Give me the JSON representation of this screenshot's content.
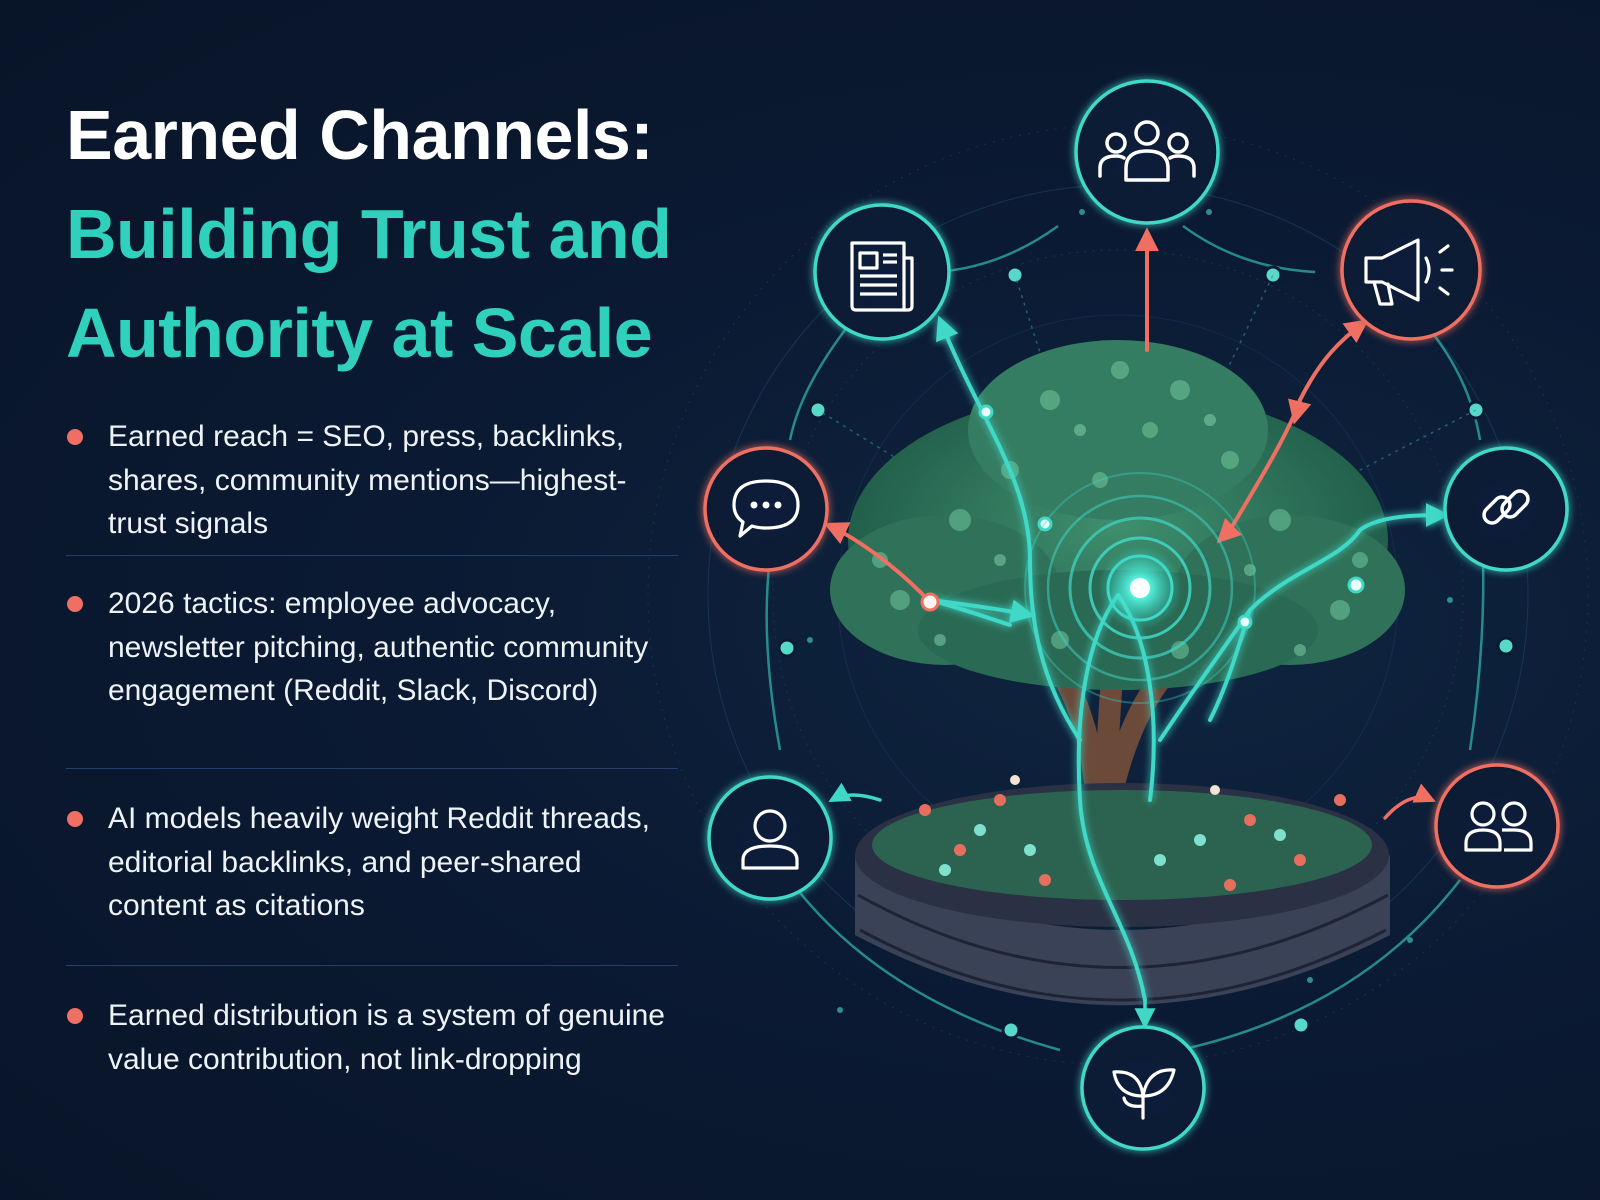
{
  "title": {
    "line1": "Earned Channels:",
    "line2": "Building Trust and",
    "line3": "Authority at Scale"
  },
  "bullets": [
    {
      "text": "Earned reach = SEO, press, backlinks, shares, community mentions—highest-trust signals"
    },
    {
      "text": "2026 tactics: employee advocacy, newsletter pitching, authentic community engagement (Reddit, Slack, Discord)"
    },
    {
      "text": "AI models heavily weight Reddit threads, editorial backlinks, and peer-shared content as citations"
    },
    {
      "text": "Earned distribution is a system of genuine value contribution, not link-dropping"
    }
  ],
  "colors": {
    "background": "#0b1a33",
    "accent_teal": "#2fd1bd",
    "accent_coral": "#ef6f62",
    "text": "#eef3f8"
  },
  "diagram": {
    "nodes": [
      {
        "icon": "community-group-icon",
        "accent": "teal"
      },
      {
        "icon": "newspaper-icon",
        "accent": "teal"
      },
      {
        "icon": "megaphone-icon",
        "accent": "coral"
      },
      {
        "icon": "chat-bubble-icon",
        "accent": "coral"
      },
      {
        "icon": "link-icon",
        "accent": "teal"
      },
      {
        "icon": "person-icon",
        "accent": "teal"
      },
      {
        "icon": "people-pair-icon",
        "accent": "coral"
      },
      {
        "icon": "sprout-icon",
        "accent": "teal"
      }
    ],
    "center": "tree-with-radiating-signal"
  }
}
